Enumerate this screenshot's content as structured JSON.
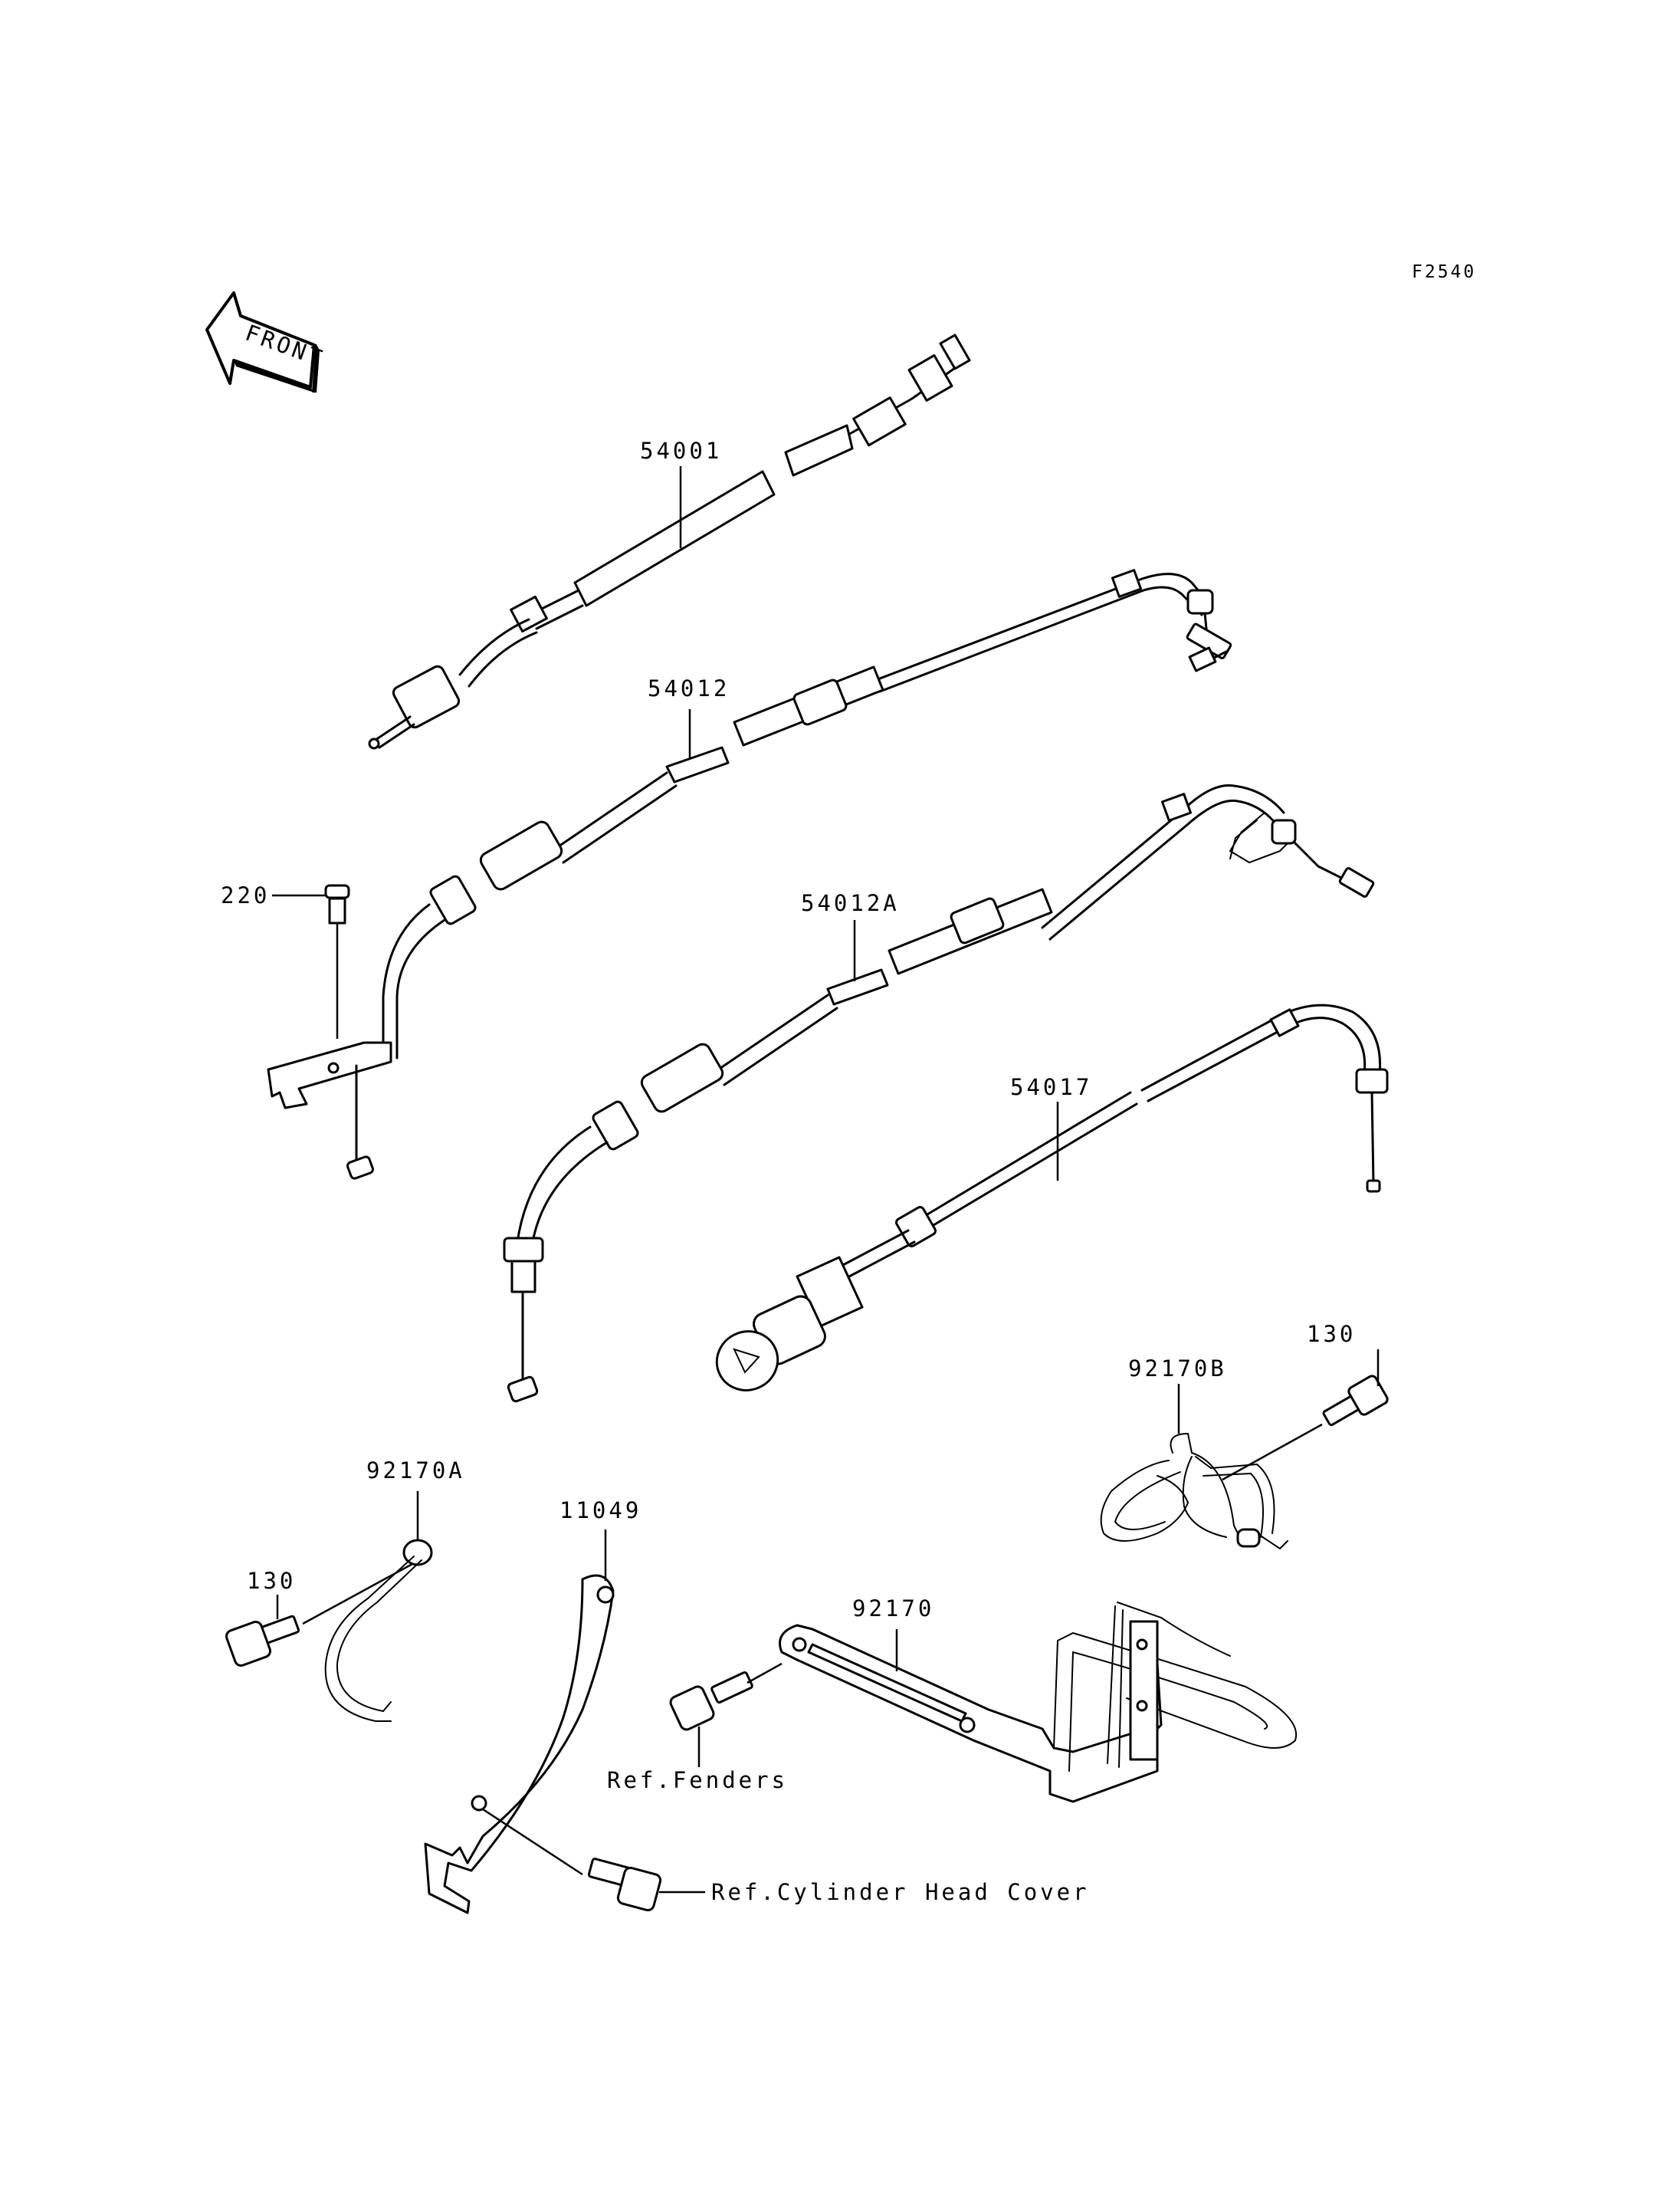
{
  "figure_code": "F2540",
  "front_arrow_label": "FRONT",
  "parts": {
    "speedometer_cable": "54001",
    "throttle_cable_open": "54012",
    "throttle_cable_close": "54012A",
    "choke_cable": "54017",
    "screw": "220",
    "bolt_a": "130",
    "bolt_b": "130",
    "clamp_a": "92170A",
    "clamp_b": "92170B",
    "clamp": "92170",
    "bracket": "11049"
  },
  "references": {
    "fenders": "Ref.Fenders",
    "cylinder_head_cover": "Ref.Cylinder Head Cover"
  }
}
